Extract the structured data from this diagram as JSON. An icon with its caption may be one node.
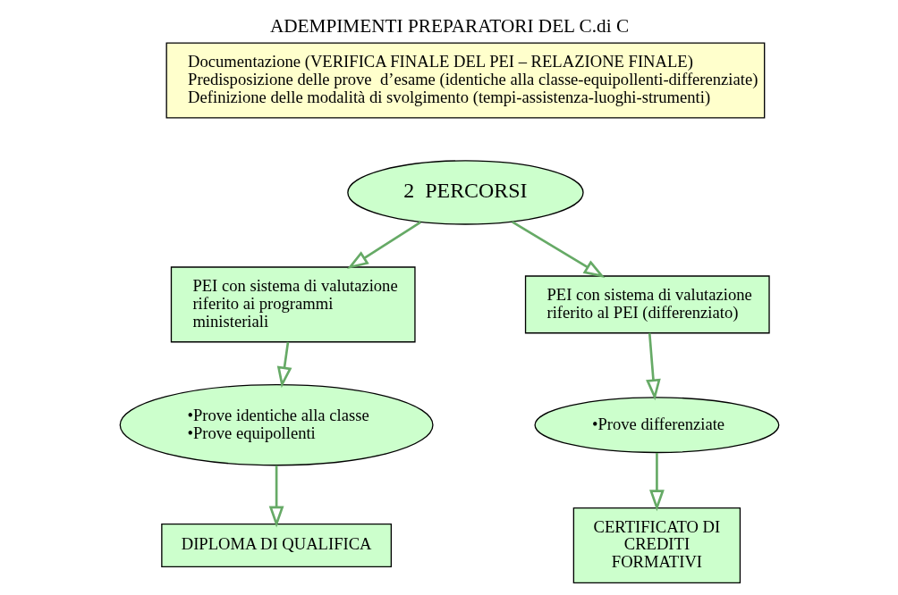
{
  "diagram": {
    "title": "ADEMPIMENTI PREPARATORI DEL C.di C",
    "nodes": [
      {
        "text": [
          "Documentazione (VERIFICA FINALE DEL PEI – RELAZIONE FINALE)",
          "Predisposizione delle prove  d’esame (identiche alla classe-equipollenti-differenziate)",
          "Definizione delle modalità di svolgimento (tempi-assistenza-luoghi-strumenti)"
        ]
      },
      {
        "text": [
          "2  PERCORSI"
        ]
      },
      {
        "text": [
          "PEI con sistema di valutazione riferito ai programmi ministeriali"
        ]
      },
      {
        "text": [
          "PEI con sistema di valutazione riferito al PEI (differenziato)"
        ]
      },
      {
        "text": [
          "•Prove identiche alla classe",
          "•Prove equipollenti"
        ]
      },
      {
        "text": [
          "•Prove differenziate"
        ]
      },
      {
        "text": [
          "DIPLOMA DI QUALIFICA"
        ]
      },
      {
        "text": [
          "CERTIFICATO DI CREDITI FORMATIVI"
        ]
      }
    ],
    "edges": [
      {
        "from": 1,
        "to": 2,
        "arrow": "to"
      },
      {
        "from": 1,
        "to": 3,
        "arrow": "to"
      },
      {
        "from": 2,
        "to": 4,
        "arrow": "to"
      },
      {
        "from": 3,
        "to": 5,
        "arrow": "to"
      },
      {
        "from": 4,
        "to": 6,
        "arrow": "to"
      },
      {
        "from": 5,
        "to": 7,
        "arrow": "to"
      }
    ]
  }
}
